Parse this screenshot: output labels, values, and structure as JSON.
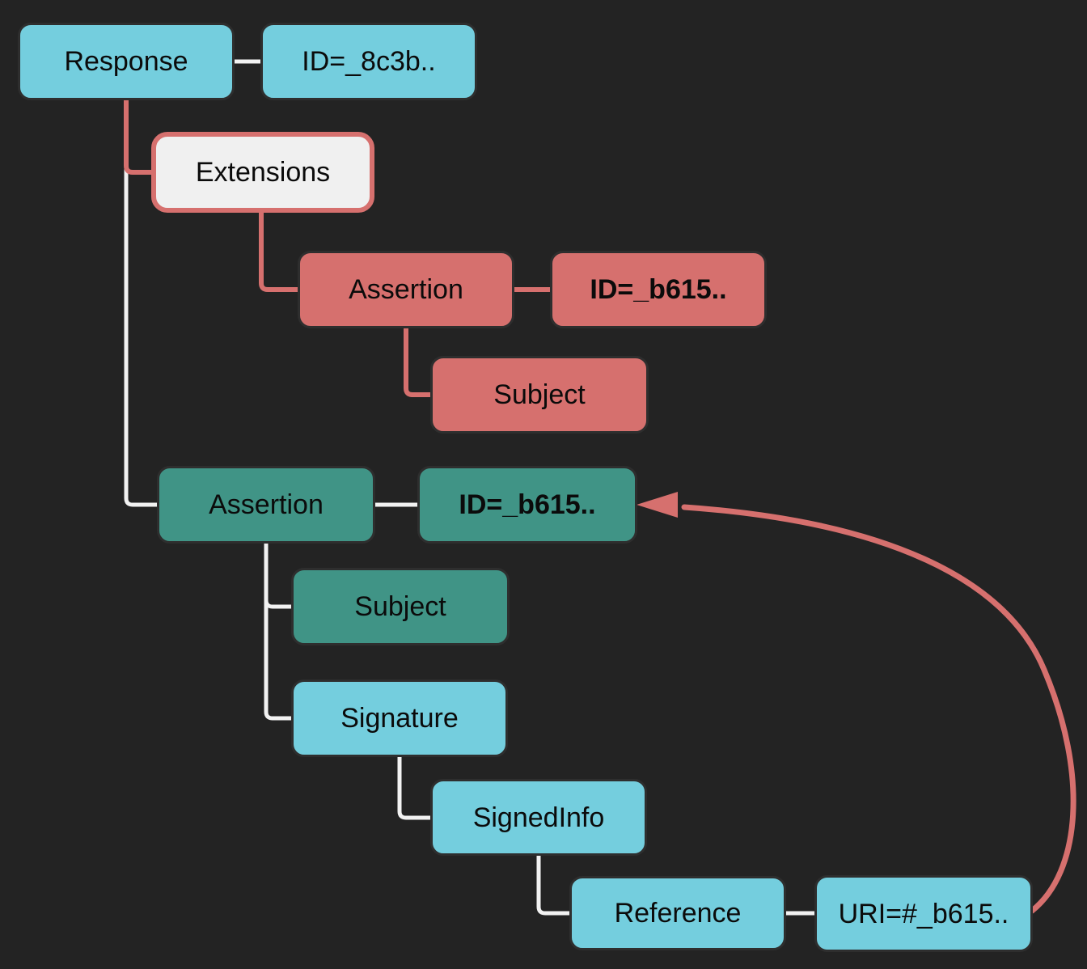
{
  "diagram": {
    "nodes": {
      "response": {
        "label": "Response",
        "color": "cyan"
      },
      "response_id": {
        "label": "ID=_8c3b..",
        "color": "cyan"
      },
      "extensions": {
        "label": "Extensions",
        "color": "light-with-red-border"
      },
      "evil_assertion": {
        "label": "Assertion",
        "color": "red"
      },
      "evil_assertion_id": {
        "label": "ID=_b615..",
        "color": "red",
        "bold": true
      },
      "evil_subject": {
        "label": "Subject",
        "color": "red"
      },
      "original_assertion": {
        "label": "Assertion",
        "color": "teal"
      },
      "original_assertion_id": {
        "label": "ID=_b615..",
        "color": "teal",
        "bold": true
      },
      "original_subject": {
        "label": "Subject",
        "color": "teal"
      },
      "signature": {
        "label": "Signature",
        "color": "cyan"
      },
      "signed_info": {
        "label": "SignedInfo",
        "color": "cyan"
      },
      "reference": {
        "label": "Reference",
        "color": "cyan"
      },
      "reference_uri": {
        "label": "URI=#_b615..",
        "color": "cyan"
      }
    },
    "edges": [
      {
        "from": "response",
        "to": "response_id",
        "color": "light"
      },
      {
        "from": "response",
        "to": "extensions",
        "color": "red"
      },
      {
        "from": "extensions",
        "to": "evil_assertion",
        "color": "red"
      },
      {
        "from": "evil_assertion",
        "to": "evil_assertion_id",
        "color": "red"
      },
      {
        "from": "evil_assertion",
        "to": "evil_subject",
        "color": "red"
      },
      {
        "from": "response",
        "to": "original_assertion",
        "color": "light"
      },
      {
        "from": "original_assertion",
        "to": "original_assertion_id",
        "color": "light"
      },
      {
        "from": "original_assertion",
        "to": "original_subject",
        "color": "light"
      },
      {
        "from": "original_assertion",
        "to": "signature",
        "color": "light"
      },
      {
        "from": "signature",
        "to": "signed_info",
        "color": "light"
      },
      {
        "from": "signed_info",
        "to": "reference",
        "color": "light"
      },
      {
        "from": "reference",
        "to": "reference_uri",
        "color": "light"
      },
      {
        "from": "reference_uri",
        "to": "original_assertion_id",
        "color": "red",
        "arrow": true
      }
    ],
    "colors": {
      "background": "#232323",
      "node_cyan": "#74cede",
      "node_red": "#d6706e",
      "node_teal": "#409486",
      "node_light_fill": "#f0f0f0",
      "edge_light": "#f2f2f2",
      "edge_red": "#d6706e",
      "text": "#0b0b0b"
    }
  }
}
